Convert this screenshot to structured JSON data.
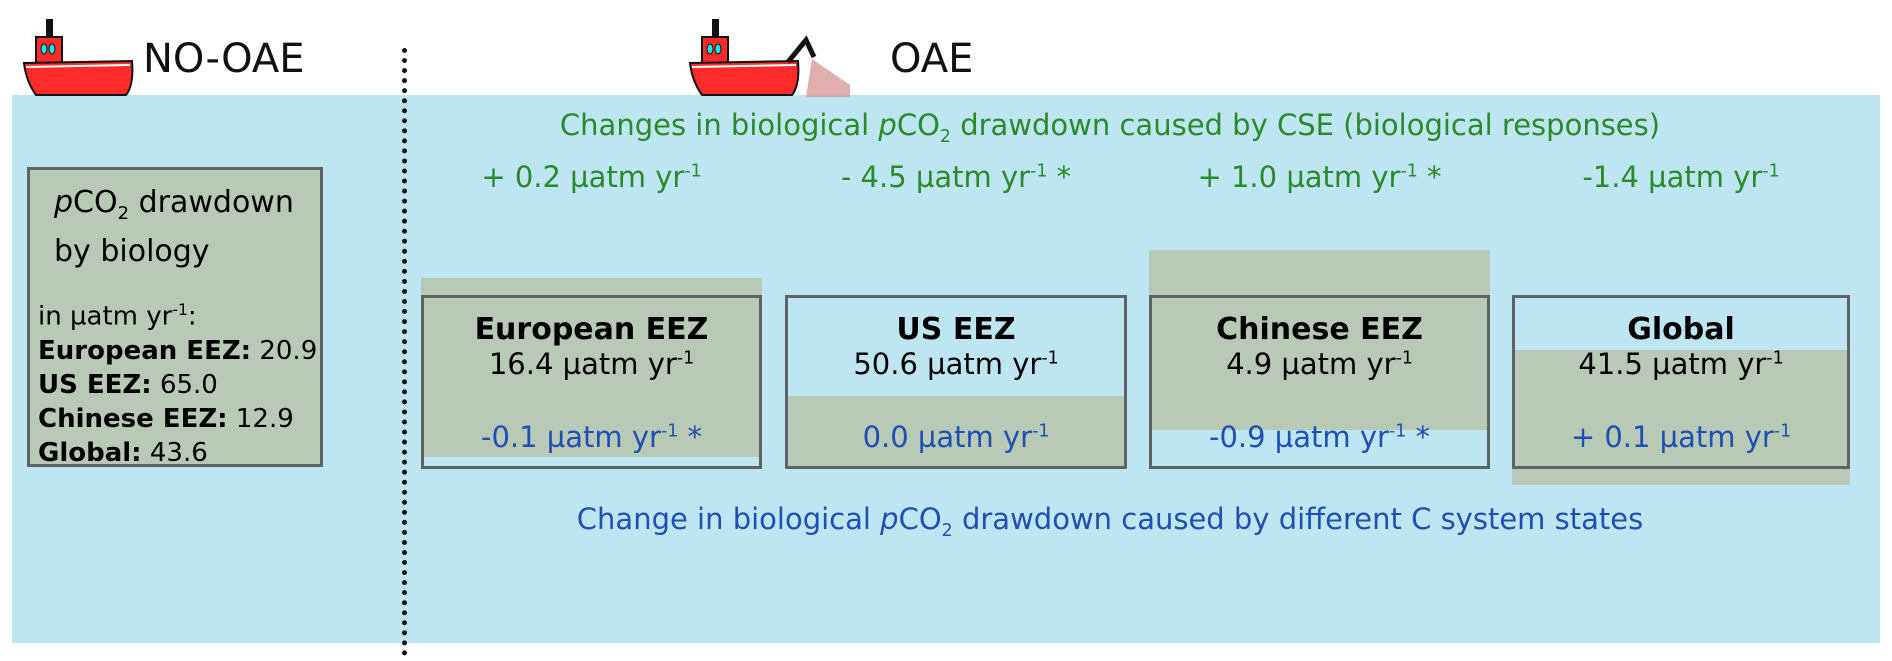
{
  "labels": {
    "no_oae": "NO-OAE",
    "oae": "OAE"
  },
  "left_box": {
    "title_p": "p",
    "title_rest": "CO",
    "title_sub": "2",
    "title_end": " drawdown",
    "title_line2": "by biology",
    "unit_prefix": "in µatm yr",
    "unit_sup": "-1",
    "unit_suffix": ":",
    "items": [
      {
        "name": "European EEZ:",
        "value": "20.9"
      },
      {
        "name": "US EEZ:",
        "value": "65.0"
      },
      {
        "name": "Chinese EEZ:",
        "value": "12.9"
      },
      {
        "name": "Global:",
        "value": "43.6"
      }
    ]
  },
  "top_title": {
    "a": "Changes in biological ",
    "p": "p",
    "b": "CO",
    "sub": "2",
    "c": " drawdown caused by CSE (biological responses)"
  },
  "bottom_title": {
    "a": "Change in biological ",
    "p": "p",
    "b": "CO",
    "sub": "2",
    "c": " drawdown caused by different C system states"
  },
  "unit_sup": "-1",
  "regions": [
    {
      "name": "European EEZ",
      "value": "16.4 µatm yr",
      "cse": "+ 0.2 µatm yr",
      "cse_star": "",
      "csys": "-0.1 µatm yr",
      "csys_star": " *"
    },
    {
      "name": "US EEZ",
      "value": "50.6 µatm yr",
      "cse": "- 4.5 µatm yr",
      "cse_star": " *",
      "csys": "0.0 µatm yr",
      "csys_star": ""
    },
    {
      "name": "Chinese EEZ",
      "value": "4.9 µatm yr",
      "cse": "+ 1.0 µatm yr",
      "cse_star": " *",
      "csys": "-0.9 µatm yr",
      "csys_star": " *"
    },
    {
      "name": "Global",
      "value": "41.5 µatm yr",
      "cse": "-1.4 µatm yr",
      "cse_star": "",
      "csys": "+ 0.1 µatm yr",
      "csys_star": ""
    }
  ],
  "colors": {
    "sea": "#bde6f2",
    "biology": "#b8c9b5",
    "green": "#2a8a2a",
    "blue": "#1f4fb4",
    "ship": "#ff2a2a"
  }
}
